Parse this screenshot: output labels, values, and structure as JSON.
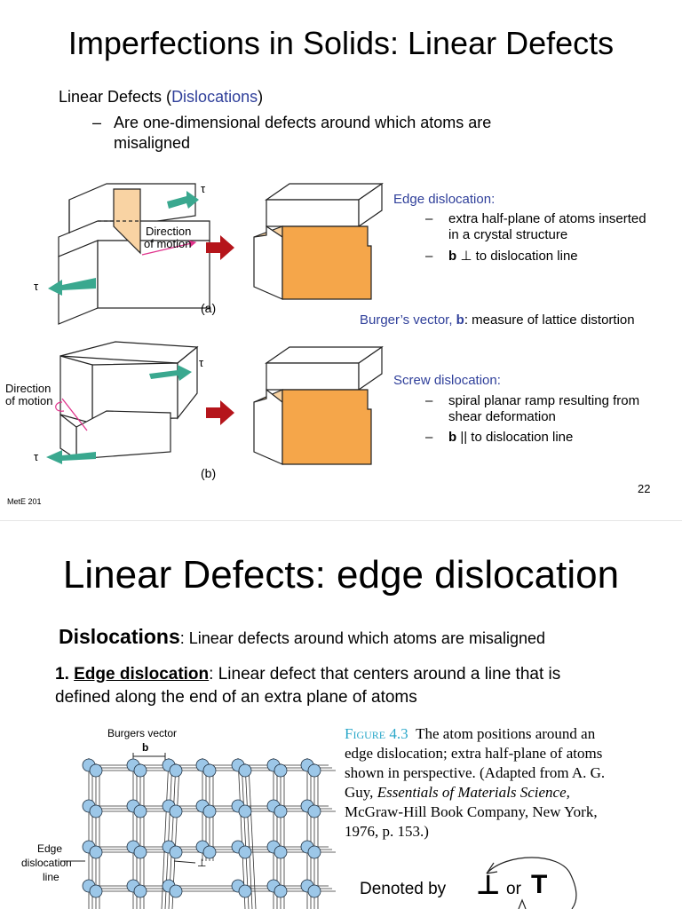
{
  "slide1": {
    "title": "Imperfections in Solids: Linear Defects",
    "intro_prefix": "Linear Defects (",
    "intro_link": "Dislocations",
    "intro_suffix": ")",
    "intro_dash": "–",
    "intro_bullet_line1": "Are one-dimensional defects around which atoms are",
    "intro_bullet_line2": "misaligned",
    "edge": {
      "heading": "Edge dislocation:",
      "bullet1_line1": "extra half-plane of atoms inserted",
      "bullet1_line2": "in a crystal structure",
      "bullet2_b": "b",
      "bullet2_rest": " ⊥ to dislocation line"
    },
    "burgers_label": "Burger’s vector, ",
    "burgers_b": "b",
    "burgers_rest": ": measure of lattice distortion",
    "screw": {
      "heading": "Screw dislocation:",
      "bullet1_line1": "spiral planar ramp resulting from",
      "bullet1_line2": "shear deformation",
      "bullet2_b": "b",
      "bullet2_rest": " || to dislocation line"
    },
    "figure": {
      "tau": "τ",
      "direction_line1": "Direction",
      "direction_line2": "of motion",
      "label_a": "(a)",
      "label_b": "(b)"
    },
    "page_number": "22",
    "footer": "MetE 201"
  },
  "slide2": {
    "title": "Linear Defects: edge dislocation",
    "dislocations_bold": "Dislocations",
    "dislocations_rest": ": Linear defects around which atoms are misaligned",
    "edge_number": "1. ",
    "edge_bold": "Edge dislocation",
    "edge_rest_line1": ": Linear defect that centers around a line that is",
    "edge_rest_line2": "defined along the end of an extra plane of atoms",
    "figure_label": "Burgers vector",
    "figure_b": "b",
    "edge_line_label_1": "Edge",
    "edge_line_label_2": "dislocation",
    "edge_line_label_3": "line",
    "caption_fig": "Figure 4.3",
    "caption_line1": "The atom positions around an",
    "caption_line2": "edge dislocation; extra half-plane of atoms",
    "caption_line3": "shown in perspective. (Adapted from A. G.",
    "caption_line4": "Guy, ",
    "caption_italic": "Essentials of Materials Science,",
    "caption_line5": "McGraw-Hill Book Company, New York,",
    "caption_line6": "1976, p. 153.)",
    "denoted_by": "Denoted by",
    "symbol_perp": "⊥",
    "or": "or",
    "symbol_top": "T"
  },
  "colors": {
    "accent_blue": "#2f3f9a",
    "orange": "#f5a64a",
    "light_orange": "#f9d3a3",
    "red_arrow": "#b5151b",
    "teal_arrow": "#3aa88f",
    "atom_blue": "#9cc7e8",
    "caption_blue": "#2aa7c9"
  }
}
